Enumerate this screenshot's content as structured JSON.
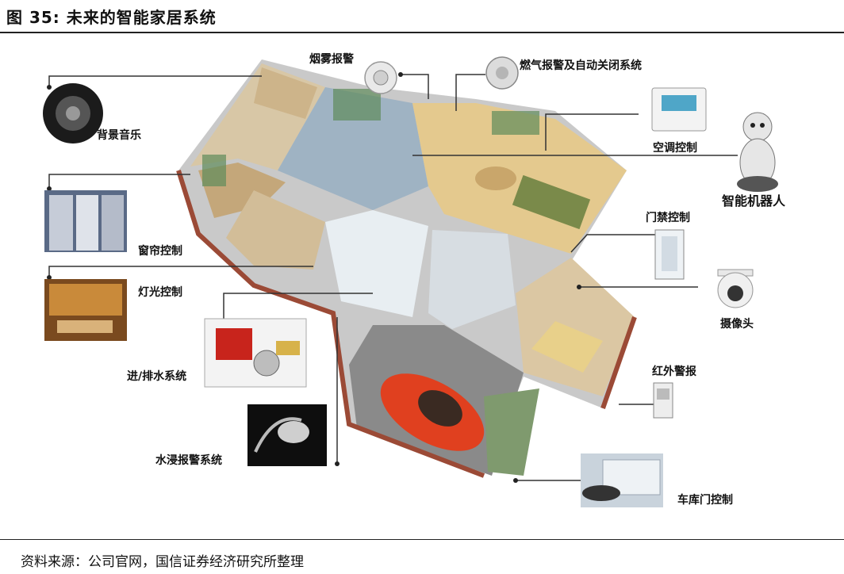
{
  "figure": {
    "title": "图 35:  未来的智能家居系统",
    "source": "资料来源：公司官网，国信证券经济研究所整理"
  },
  "labels": {
    "smoke_alarm": "烟雾报警",
    "gas_alarm": "燃气报警及自动关闭系统",
    "background_music": "背景音乐",
    "ac_control": "空调控制",
    "smart_robot": "智能机器人",
    "curtain_control": "窗帘控制",
    "access_control": "门禁控制",
    "light_control": "灯光控制",
    "camera": "摄像头",
    "water_system": "进/排水系统",
    "infrared_alarm": "红外警报",
    "flood_alarm": "水浸报警系统",
    "garage_door": "车库门控制"
  }
}
